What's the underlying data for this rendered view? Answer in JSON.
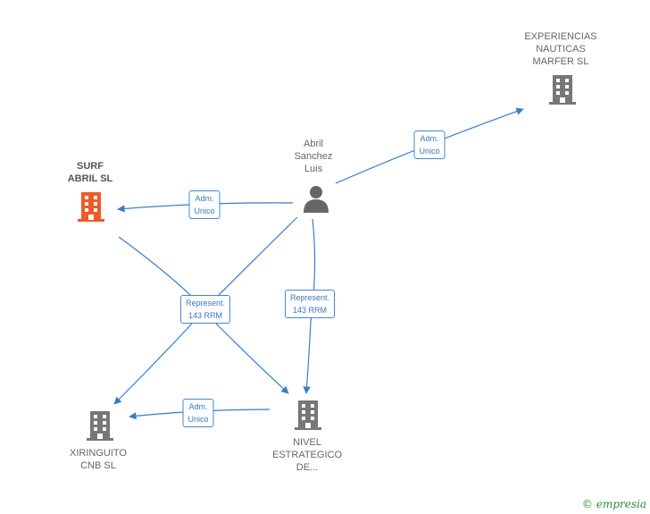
{
  "nodes": {
    "person": {
      "label": "Abril\nSanchez\nLuis",
      "icon": "person-icon"
    },
    "experiencias": {
      "label": "EXPERIENCIAS\nNAUTICAS\nMARFER  SL",
      "icon": "building-icon"
    },
    "surf": {
      "label": "SURF\nABRIL  SL",
      "icon": "building-icon",
      "color": "#f05a28"
    },
    "xiringuito": {
      "label": "XIRINGUITO\nCNB  SL",
      "icon": "building-icon"
    },
    "nivel": {
      "label": "NIVEL\nESTRATEGICO\nDE...",
      "icon": "building-icon"
    }
  },
  "edges": {
    "person_experiencias": "Adm.\nUnico",
    "person_surf": "Adm.\nUnico",
    "represent_center": "Represent.\n143 RRM",
    "person_nivel": "Represent.\n143 RRM",
    "nivel_xiringuito": "Adm.\nUnico"
  },
  "colors": {
    "edge": "#3a7cc8",
    "building": "#777777",
    "highlight": "#f05a28",
    "person": "#666666"
  },
  "brand": {
    "symbol": "©",
    "name": "empresia"
  }
}
